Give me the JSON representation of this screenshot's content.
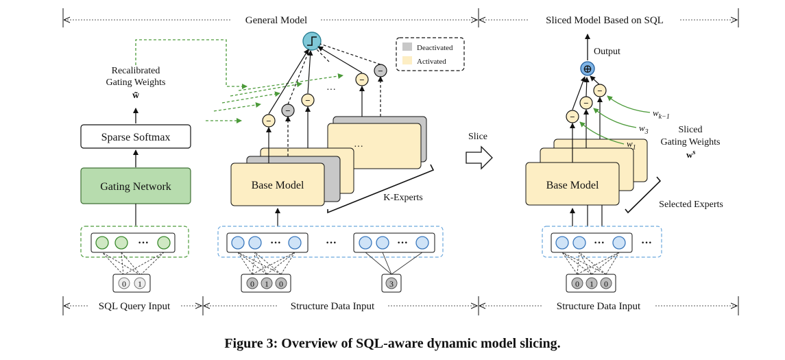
{
  "header": {
    "general_model": "General Model",
    "sliced_model": "Sliced Model Based on SQL"
  },
  "footer": {
    "sql_query_input": "SQL Query Input",
    "structure_data_input_left": "Structure Data Input",
    "structure_data_input_right": "Structure Data Input"
  },
  "left_panel": {
    "recalibrated_line1": "Recalibrated",
    "recalibrated_line2": "Gating Weights",
    "w_tilde": "w̃",
    "sparse_softmax": "Sparse Softmax",
    "gating_network": "Gating Network",
    "ellipsis": "···",
    "sql_tokens": [
      "0",
      "1"
    ]
  },
  "middle_panel": {
    "base_model": "Base Model",
    "k_experts": "K-Experts",
    "ellipsis": "···",
    "expert_dots": "···",
    "tokens_a": [
      "0",
      "1",
      "0"
    ],
    "tokens_b": [
      "3"
    ],
    "minus_sign": "−",
    "gate_icon": "step-function-icon"
  },
  "legend": {
    "deactivated": "Deactivated",
    "activated": "Activated",
    "deactivated_color": "#c8c8c8",
    "activated_color": "#fdeec4"
  },
  "slice": {
    "label": "Slice",
    "arrow_icon": "right-arrow-icon"
  },
  "right_panel": {
    "output": "Output",
    "plus_sign": "⊕",
    "base_model": "Base Model",
    "selected_experts": "Selected  Experts",
    "sliced_line1": "Sliced",
    "sliced_line2": "Gating Weights",
    "ws_main": "w",
    "ws_sup": "s",
    "w_k_minus_1_main": "w",
    "w_k_minus_1_sub": "k−1",
    "w3_main": "w",
    "w3_sub": "3",
    "w1_main": "w",
    "w1_sub": "1",
    "ellipsis": "···",
    "tokens": [
      "0",
      "1",
      "0"
    ]
  },
  "caption": "Figure 3: Overview of SQL-aware dynamic model slicing.",
  "colors": {
    "gating_green": "#b7dcae",
    "gating_border": "#3f6f35",
    "expert_yellow": "#fdeec4",
    "expert_gray": "#c8c8c8",
    "circle_blue": "#cfe3f7",
    "circle_blue_border": "#3a78bd",
    "circle_green": "#cfe8c3",
    "circle_green_border": "#3b8a2e",
    "output_blue": "#7fb4e6",
    "gate_teal": "#7fc8d8",
    "dash_green": "#4c9a3a",
    "dash_blue": "#6aa6dc"
  }
}
